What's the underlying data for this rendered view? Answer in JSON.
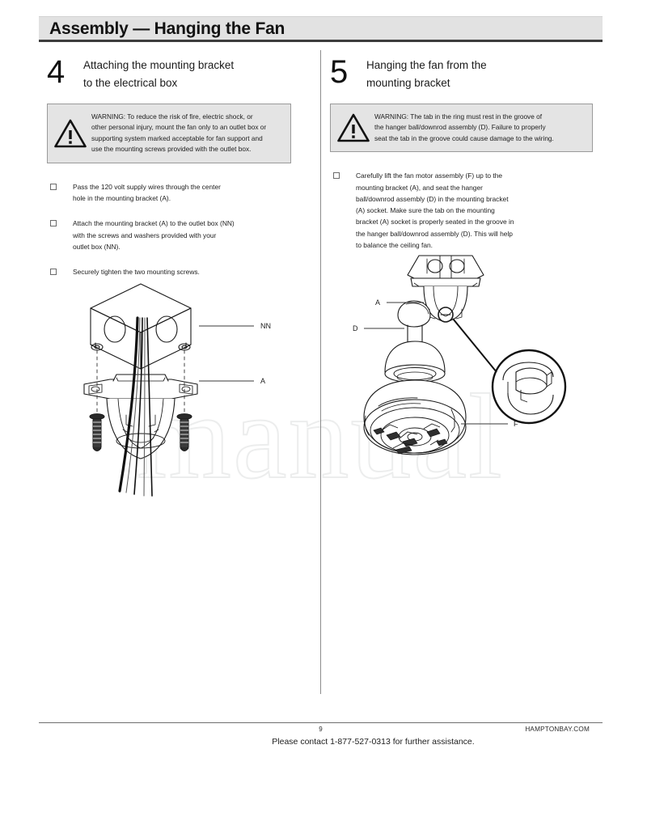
{
  "header": {
    "title": "Assembly — Hanging the Fan"
  },
  "watermark": {
    "text": "manual"
  },
  "steps": [
    {
      "number": "4",
      "title_line1": "Attaching the mounting bracket",
      "title_line2": "to the electrical box",
      "warning": {
        "icon": "warning-triangle-icon",
        "lines": [
          "WARNING: To reduce the risk of fire, electric shock, or",
          "other personal injury, mount the fan only to an outlet box or",
          "supporting system marked acceptable for fan support and",
          "use the mounting screws provided with the outlet box."
        ]
      },
      "bullets": [
        {
          "lines": [
            "Pass the 120 volt supply wires through the center",
            "hole in the mounting bracket (A)."
          ]
        },
        {
          "lines": [
            "Attach the mounting bracket (A) to the outlet box (NN)",
            "with the screws and washers provided with your",
            "outlet box (NN)."
          ]
        },
        {
          "lines": [
            "Securely tighten the two mounting screws."
          ]
        }
      ],
      "figure": {
        "name": "outlet-box-and-bracket-diagram",
        "callouts": [
          {
            "label": "NN"
          },
          {
            "label": "A"
          }
        ]
      }
    },
    {
      "number": "5",
      "title_line1": "Hanging the fan from the",
      "title_line2": "mounting bracket",
      "warning": {
        "icon": "warning-triangle-icon",
        "lines": [
          "WARNING: The tab in the ring must rest in the groove of",
          "the hanger ball/downrod assembly (D). Failure to properly",
          "seat the tab in the groove could cause damage to the wiring."
        ]
      },
      "bullets": [
        {
          "lines": [
            "Carefully lift the fan motor assembly (F) up to the",
            "mounting bracket (A), and seat the hanger",
            "ball/downrod assembly (D) in the mounting bracket",
            "(A) socket. Make sure the tab on the mounting",
            "bracket (A) socket is properly seated in the groove in",
            "the hanger ball/downrod assembly (D). This will help",
            "to balance the ceiling fan."
          ]
        }
      ],
      "figure": {
        "name": "fan-motor-hanging-diagram",
        "callouts": [
          {
            "label": "A"
          },
          {
            "label": "D"
          },
          {
            "label": "F"
          }
        ]
      }
    }
  ],
  "footer": {
    "page_number": "9",
    "site": "HAMPTONBAY.COM",
    "contact": "Please contact 1-877-527-0313 for further assistance."
  },
  "colors": {
    "header_band": "#e2e2e2",
    "header_rule": "#3d3d3d",
    "warning_bg": "#e4e4e4",
    "warning_border": "#9a9a9a",
    "line_art": "#1a1a1a",
    "watermark": "#eceded"
  }
}
